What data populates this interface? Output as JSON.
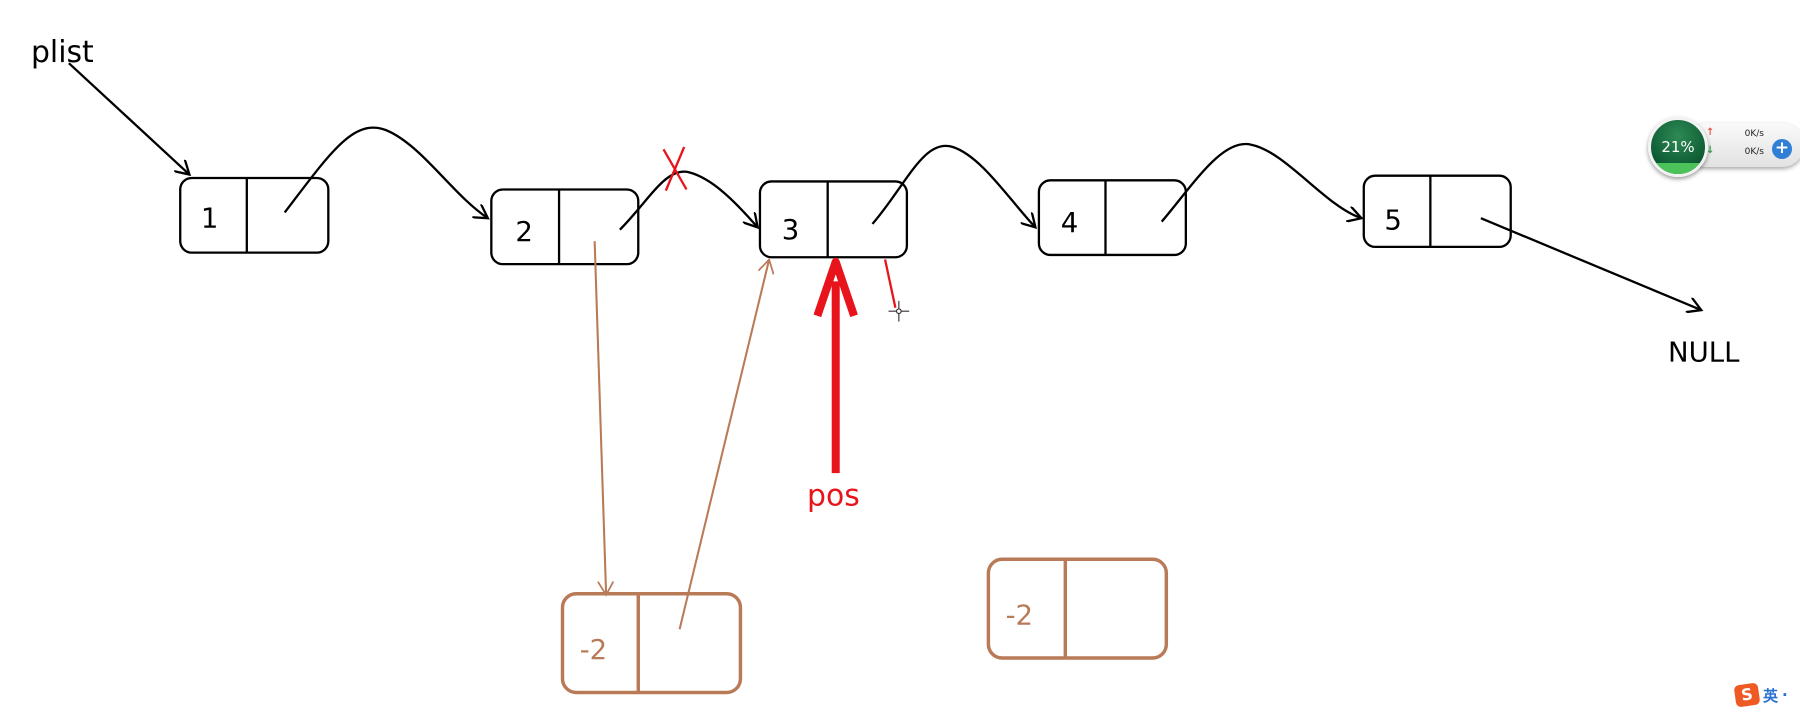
{
  "labels": {
    "head": "plist",
    "null": "NULL",
    "pos": "pos"
  },
  "nodes": [
    "1",
    "2",
    "3",
    "4",
    "5"
  ],
  "new_nodes": [
    "-2",
    "-2"
  ],
  "network_widget": {
    "percent": "21%",
    "percent_value": 21,
    "upload": "0K/s",
    "download": "0K/s",
    "add": "+"
  },
  "ime": {
    "logo": "S",
    "mode": "英",
    "dot": "·"
  },
  "colors": {
    "black": "#000000",
    "red": "#e8141c",
    "brown": "#b97a57",
    "green": "#0d5a32",
    "blue": "#2f7fd6"
  }
}
